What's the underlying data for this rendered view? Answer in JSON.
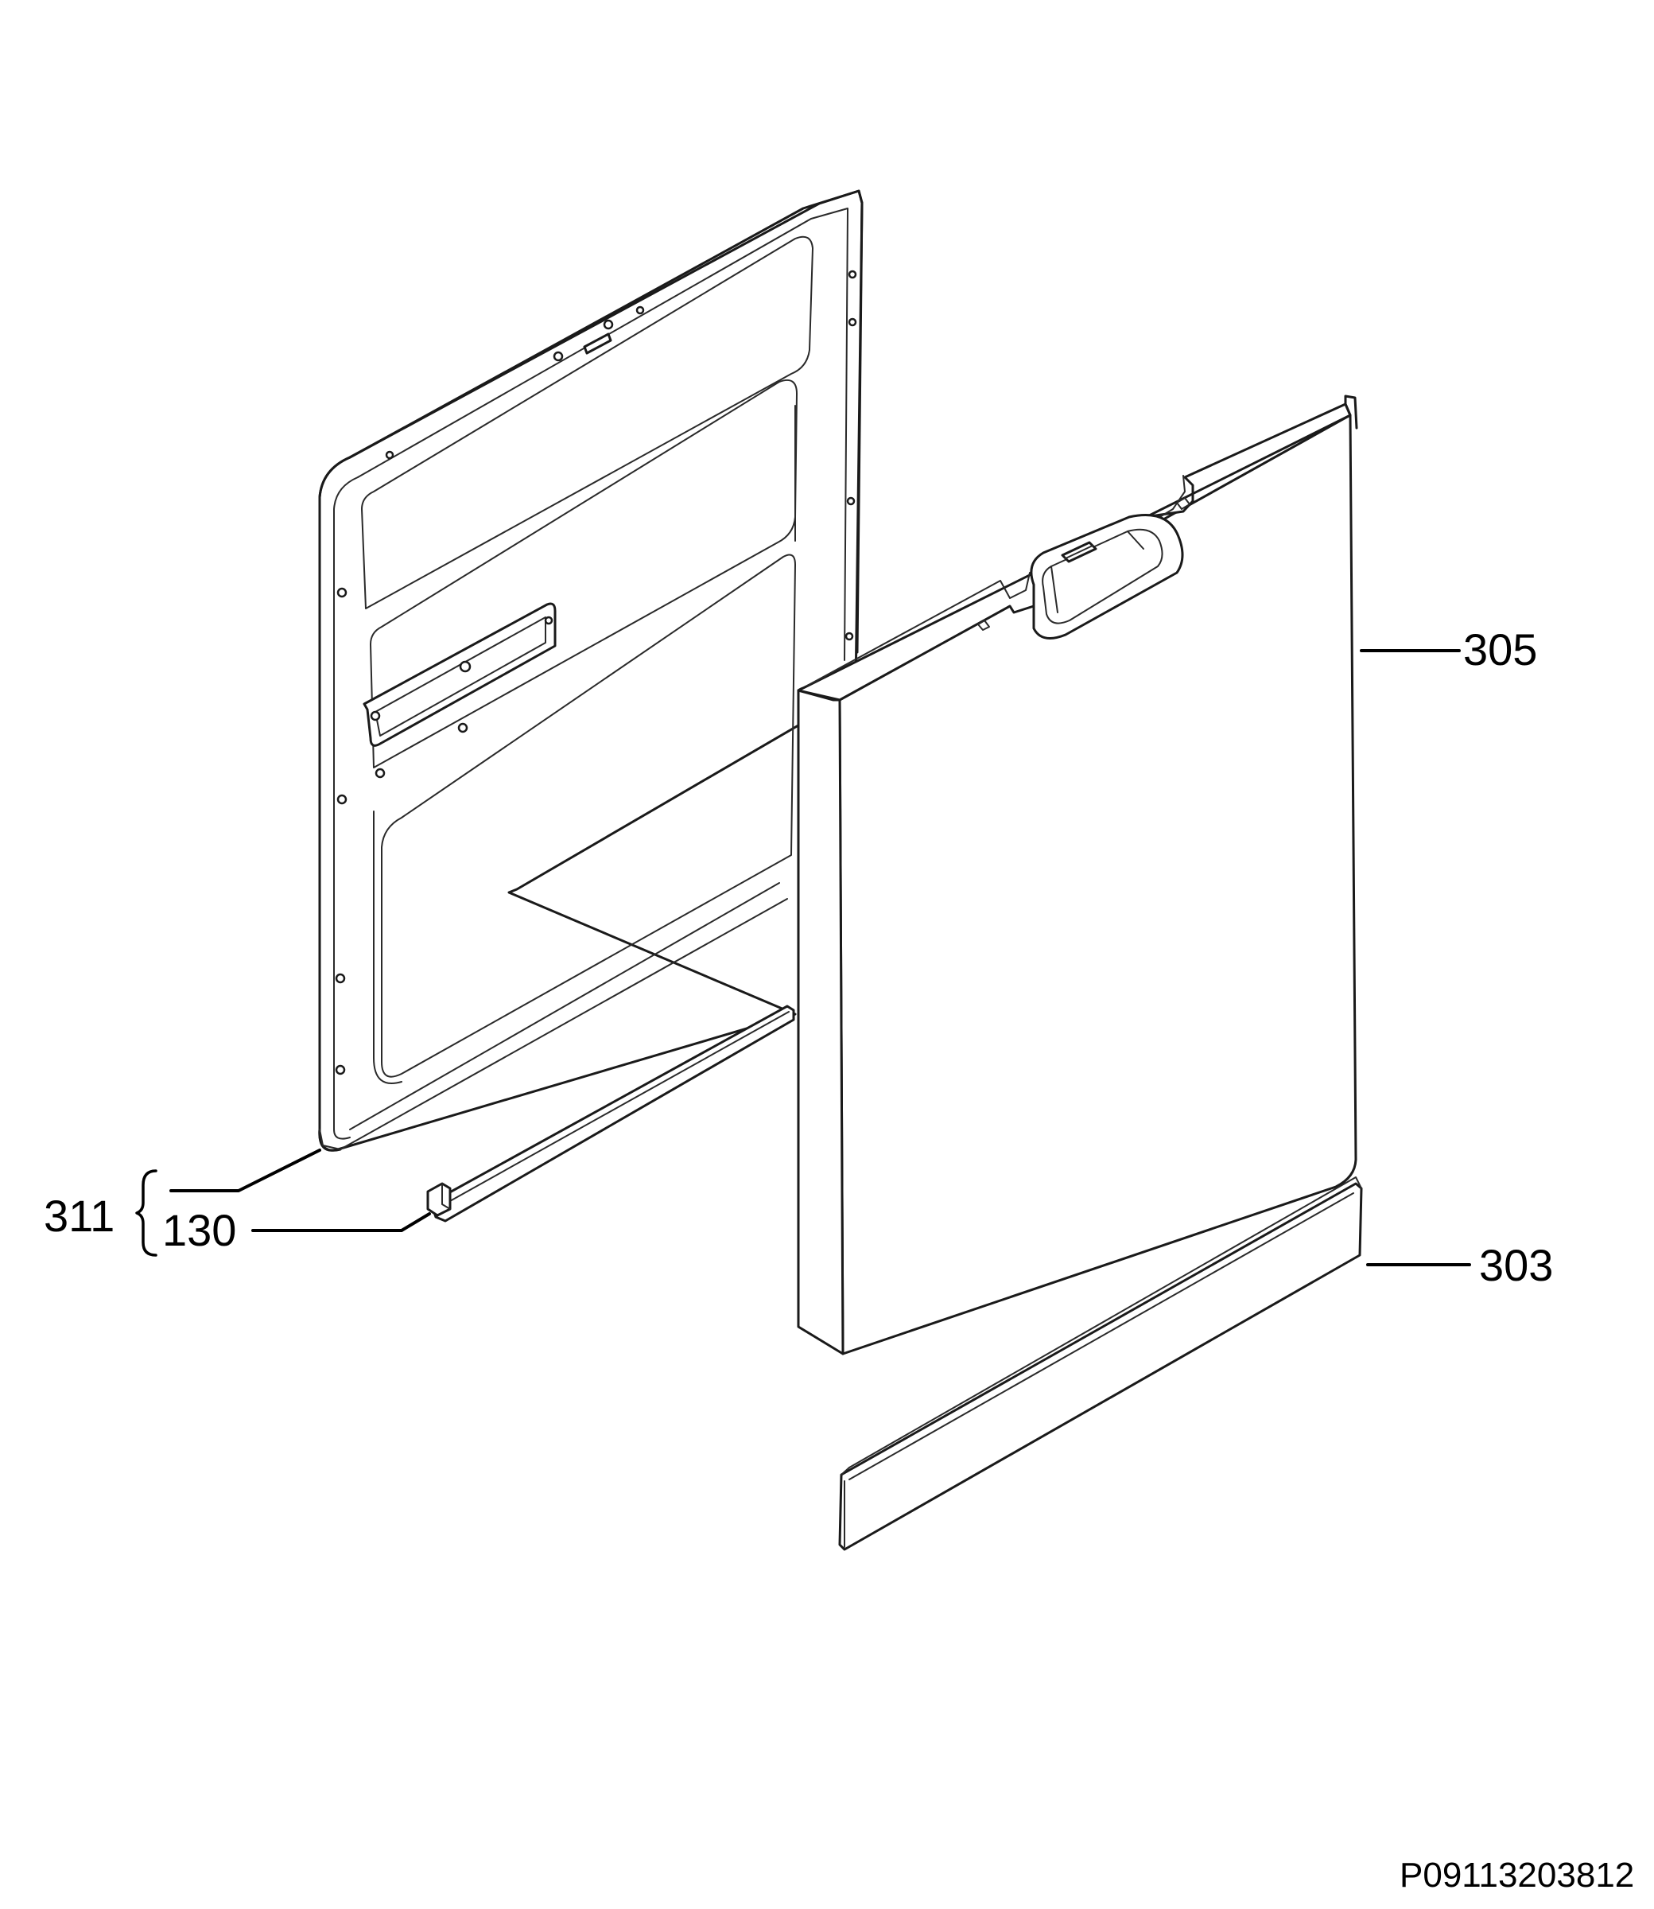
{
  "callouts": {
    "door_panel": "305",
    "kickplate": "303",
    "assembly": "311",
    "seal_strip": "130"
  },
  "drawing_code": "P09113203812"
}
